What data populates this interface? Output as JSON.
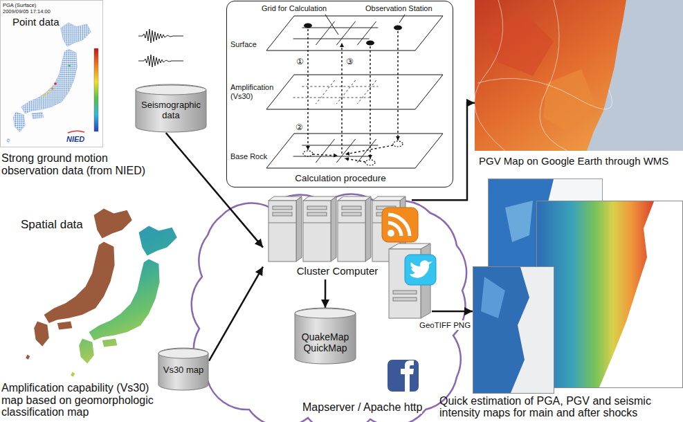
{
  "diagram": {
    "nodes": [
      {
        "text": [
          "PGA (Surface) 2009/09/05 17:14:00",
          "Point data",
          "NIED",
          "Strong ground motion observation data (from NIED)"
        ]
      },
      {
        "text": [
          "Seismographic data"
        ]
      },
      {
        "text": [
          "Calculation procedure"
        ]
      },
      {
        "text": [
          "PGV Map on Google Earth through WMS"
        ]
      },
      {
        "text": [
          "Spatial data",
          "Amplification capability (Vs30) map based on geomorphologic classification map"
        ]
      },
      {
        "text": [
          "Vs30 map"
        ],
        "in": 4
      },
      {
        "text": [
          "Cluster Computer"
        ]
      },
      {
        "text": [
          "QuakeMap QuickMap"
        ]
      },
      {
        "text": [
          "Mapserver / Apache http"
        ]
      },
      {
        "text": [
          "Quick estimation of PGA, PGV and seismic intensity maps for main and after shocks"
        ]
      }
    ],
    "edges": [
      {
        "from": 1,
        "to": 6,
        "arrow": "to"
      },
      {
        "from": 5,
        "to": 6,
        "arrow": "to"
      },
      {
        "from": 6,
        "to": 7,
        "arrow": "to"
      },
      {
        "from": 6,
        "to": 3,
        "arrow": "to"
      },
      {
        "from": 8,
        "to": 9,
        "label": "GeoTIFF PNG",
        "arrow": "to"
      }
    ],
    "labels": [
      "Grid for Calculation",
      "Observation Station",
      "Surface",
      "①",
      "③",
      "Amplification (Vs30)",
      "②",
      "Base Rock"
    ]
  }
}
